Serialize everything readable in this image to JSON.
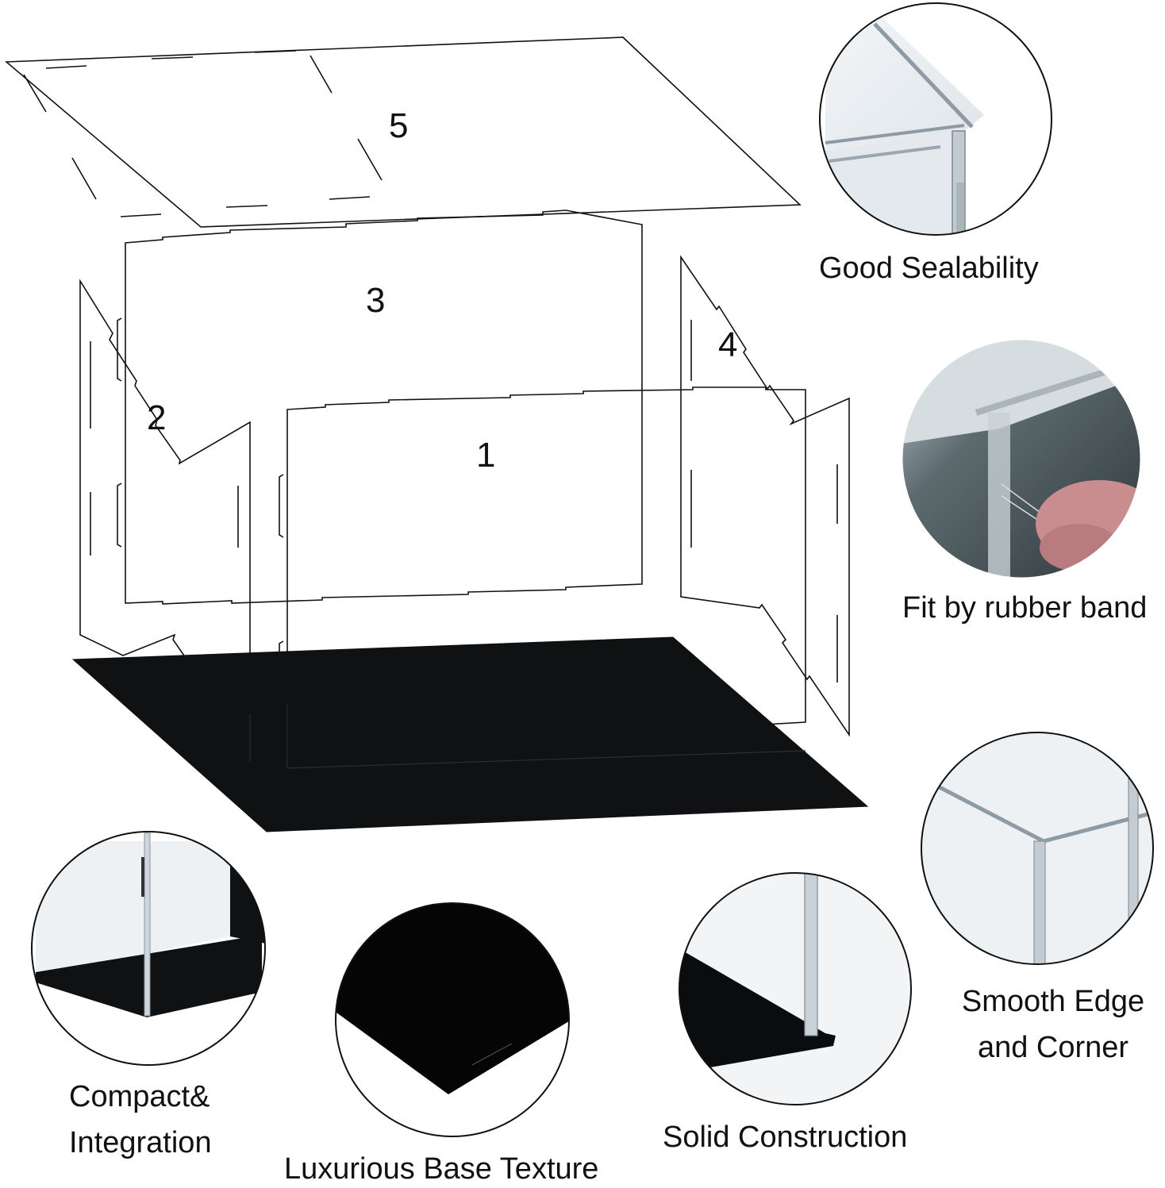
{
  "diagram": {
    "type": "exploded-assembly",
    "subject": "acrylic display case",
    "parts": [
      {
        "id": "1",
        "label": "1",
        "role": "front panel"
      },
      {
        "id": "2",
        "label": "2",
        "role": "left side panel"
      },
      {
        "id": "3",
        "label": "3",
        "role": "back panel"
      },
      {
        "id": "4",
        "label": "4",
        "role": "right side panel"
      },
      {
        "id": "5",
        "label": "5",
        "role": "top panel"
      }
    ],
    "base": {
      "role": "black base",
      "color": "#0f1112"
    }
  },
  "callouts": [
    {
      "id": "sealability",
      "caption": "Good Sealability"
    },
    {
      "id": "rubber-band",
      "caption": "Fit by rubber band"
    },
    {
      "id": "smooth-edge",
      "caption_line1": "Smooth Edge",
      "caption_line2": "and Corner"
    },
    {
      "id": "compact",
      "caption_line1": "Compact&",
      "caption_line2": "Integration"
    },
    {
      "id": "base-texture",
      "caption": "Luxurious Base Texture"
    },
    {
      "id": "solid",
      "caption": "Solid Construction"
    }
  ],
  "colors": {
    "line": "#111111",
    "base": "#0f1112",
    "acrylic": "#e9eef2",
    "acrylic_edge": "#9aa6b0",
    "photo_dark": "#3a4548",
    "skin": "#c98d8f"
  }
}
